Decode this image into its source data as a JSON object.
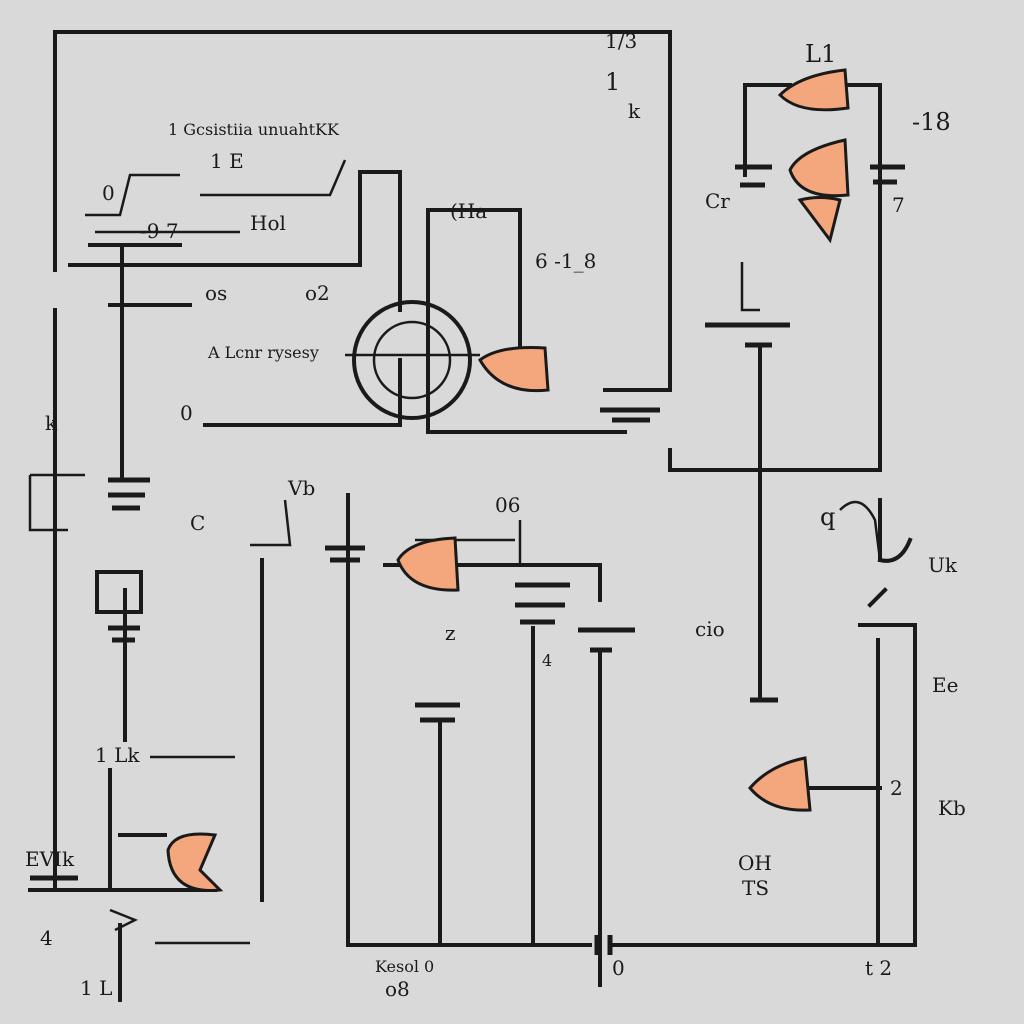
{
  "colors": {
    "background": "#d9d9d9",
    "ink": "#1a1a1a",
    "accent": "#f4a67c"
  },
  "labels": {
    "top_right_corner": "1/3",
    "top_mid_mark": "1",
    "top_mid_k": "k",
    "top_right_l": "L1",
    "right_18": "-18",
    "title": "1 Gcsistiia unuahtKK",
    "e_label": "1 E",
    "row2_0": "0",
    "row2_9": "-9 7",
    "row2_h": "Hol",
    "hval_1": "(Ha",
    "val_6_8": "6 -1_8",
    "cr": "Cr",
    "r_7": "7",
    "os1": "os",
    "o2": "o2",
    "a_lcon": "A Lcnr rysesy",
    "left_0": "0",
    "left_k": "k",
    "vb": "Vb",
    "o6": "06",
    "q_right": "q",
    "uk": "Uk",
    "c_label": "C",
    "cio": "cio",
    "s_mid": "z",
    "bottom_4": "4",
    "r_2": "2",
    "ee": "Ee",
    "ksl": "Kb",
    "lk": "1 Lk",
    "evil": "EVIk",
    "oh": "OH",
    "ts": "TS",
    "kesol": "Kesol 0",
    "o8": "o8",
    "bottom_zero": "0",
    "bottom_1": "1 L",
    "bottom_right": "t 2",
    "left_4": "4"
  }
}
